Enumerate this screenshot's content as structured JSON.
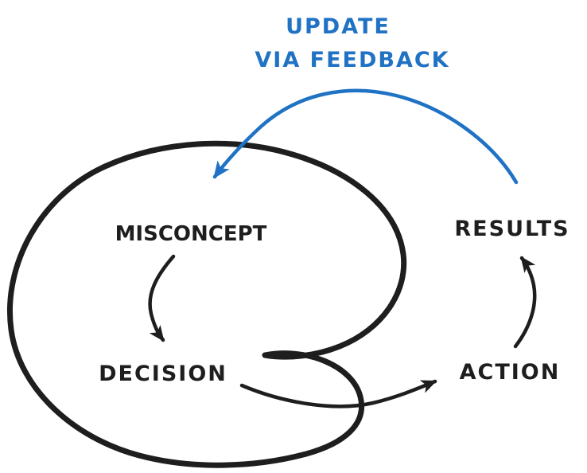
{
  "title": {
    "line1": "UPDATE",
    "line2": "VIA FEEDBACK"
  },
  "nodes": {
    "misconcept": "MISCONCEPT",
    "decision": "DECISION",
    "action": "ACTION",
    "results": "RESULTS"
  },
  "edges": [
    {
      "from": "MISCONCEPT",
      "to": "DECISION",
      "color": "#1e1e1e"
    },
    {
      "from": "DECISION",
      "to": "ACTION",
      "color": "#1e1e1e"
    },
    {
      "from": "ACTION",
      "to": "RESULTS",
      "color": "#1e1e1e"
    },
    {
      "from": "RESULTS",
      "to": "MISCONCEPT (blob)",
      "label": "UPDATE VIA FEEDBACK",
      "color": "#1f72c4"
    }
  ],
  "colors": {
    "ink": "#1e1e1e",
    "accent": "#1f72c4",
    "background": "#ffffff"
  }
}
